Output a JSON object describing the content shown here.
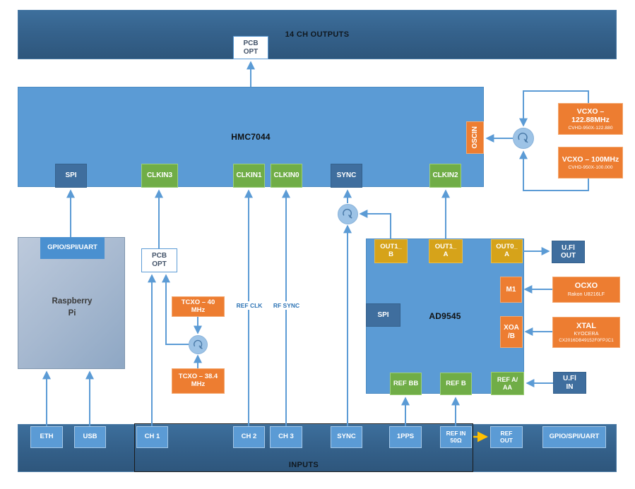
{
  "bars": {
    "outputs_label": "14 CH OUTPUTS",
    "inputs_label": "INPUTS"
  },
  "pcb_opt_top": {
    "line1": "PCB",
    "line2": "OPT"
  },
  "hmc7044": {
    "label": "HMC7044",
    "ports": {
      "spi": "SPI",
      "clkin3": "CLKIN3",
      "clkin1": "CLKIN1",
      "clkin0": "CLKIN0",
      "sync": "SYNC",
      "clkin2": "CLKIN2",
      "oscin": "OSCIN"
    }
  },
  "vcxo_122": {
    "line1": "VCXO –",
    "line2": "122.88MHz",
    "part": "CVHD-950X-122.880"
  },
  "vcxo_100": {
    "line1": "VCXO – 100MHz",
    "part": "CVHD-950X-100.000"
  },
  "raspberry_pi": {
    "line1": "Raspberry",
    "line2": "Pi",
    "port_gpio": "GPIO/SPI/UART"
  },
  "pcb_opt_mid": {
    "line1": "PCB",
    "line2": "OPT"
  },
  "tcxo_40": {
    "line1": "TCXO – 40",
    "line2": "MHz"
  },
  "tcxo_384": {
    "line1": "TCXO – 38.4",
    "line2": "MHz"
  },
  "line_labels": {
    "ref_clk": "REF CLK",
    "rf_sync": "RF SYNC"
  },
  "ad9545": {
    "label": "AD9545",
    "ports": {
      "out1b_l1": "OUT1_",
      "out1b_l2": "B",
      "out1a_l1": "OUT1_",
      "out1a_l2": "A",
      "out0a_l1": "OUT0_",
      "out0a_l2": "A",
      "spi": "SPI",
      "m1": "M1",
      "xoab_l1": "XOA",
      "xoab_l2": "/B",
      "ref_bb": "REF BB",
      "ref_b": "REF B",
      "ref_aaa_l1": "REF A/",
      "ref_aaa_l2": "AA"
    }
  },
  "ufl_out": {
    "line1": "U.Fl",
    "line2": "OUT"
  },
  "ocxo": {
    "title": "OCXO",
    "part": "Rakon U8216LF"
  },
  "xtal": {
    "title": "XTAL",
    "brand": "KYOCERA",
    "part": "CX2016DB49152F0FPJC1"
  },
  "ufl_in": {
    "line1": "U.Fl",
    "line2": "IN"
  },
  "bottom_connectors": {
    "eth": "ETH",
    "usb": "USB",
    "ch1": "CH 1",
    "ch2": "CH 2",
    "ch3": "CH 3",
    "sync": "SYNC",
    "pps": "1PPS",
    "ref_in_l1": "REF IN",
    "ref_in_l2": "50Ω",
    "ref_out_l1": "REF",
    "ref_out_l2": "OUT",
    "gpio": "GPIO/SPI/UART"
  },
  "colors": {
    "box_blue": "#5b9bd5",
    "box_steel": "#3f6e9e",
    "box_green": "#70ad47",
    "box_orange": "#ed7d31",
    "box_gold": "#d6a31a",
    "line_blue": "#5b9bd5",
    "arrow_yellow": "#ffc000",
    "bar_dark": "#35628c"
  },
  "connections": [
    {
      "from": "HMC7044",
      "to": "PCB OPT (14 CH OUTPUTS)"
    },
    {
      "from": "Raspberry Pi GPIO/SPI/UART",
      "to": "HMC7044 SPI"
    },
    {
      "from": "CH 1",
      "to": "PCB OPT (mid)"
    },
    {
      "from": "TCXO – 40 MHz",
      "to": "TCXO switch"
    },
    {
      "from": "TCXO – 38.4 MHz",
      "to": "TCXO switch"
    },
    {
      "from": "TCXO switch",
      "to": "PCB OPT (mid)"
    },
    {
      "from": "PCB OPT (mid)",
      "to": "HMC7044 CLKIN3"
    },
    {
      "from": "CH 2",
      "to": "HMC7044 CLKIN1",
      "label": "REF CLK"
    },
    {
      "from": "CH 3",
      "to": "HMC7044 CLKIN0",
      "label": "RF SYNC"
    },
    {
      "from": "SYNC (input)",
      "to": "SYNC switch"
    },
    {
      "from": "AD9545 OUT1_B",
      "to": "SYNC switch"
    },
    {
      "from": "SYNC switch",
      "to": "HMC7044 SYNC"
    },
    {
      "from": "AD9545 OUT1_A",
      "to": "HMC7044 CLKIN2"
    },
    {
      "from": "VCXO – 122.88MHz",
      "to": "VCXO switch"
    },
    {
      "from": "VCXO – 100MHz",
      "to": "VCXO switch"
    },
    {
      "from": "VCXO switch",
      "to": "HMC7044 OSCIN"
    },
    {
      "from": "AD9545 OUT0_A",
      "to": "U.Fl OUT"
    },
    {
      "from": "OCXO",
      "to": "AD9545 M1"
    },
    {
      "from": "XTAL",
      "to": "AD9545 XOA/B"
    },
    {
      "from": "U.Fl IN",
      "to": "AD9545 REF A/AA"
    },
    {
      "from": "ETH",
      "to": "Raspberry Pi"
    },
    {
      "from": "USB",
      "to": "Raspberry Pi"
    },
    {
      "from": "1PPS",
      "to": "AD9545 REF BB"
    },
    {
      "from": "REF IN 50Ω",
      "to": "AD9545 REF B"
    },
    {
      "from": "REF IN 50Ω",
      "to": "REF OUT",
      "color": "yellow"
    }
  ]
}
